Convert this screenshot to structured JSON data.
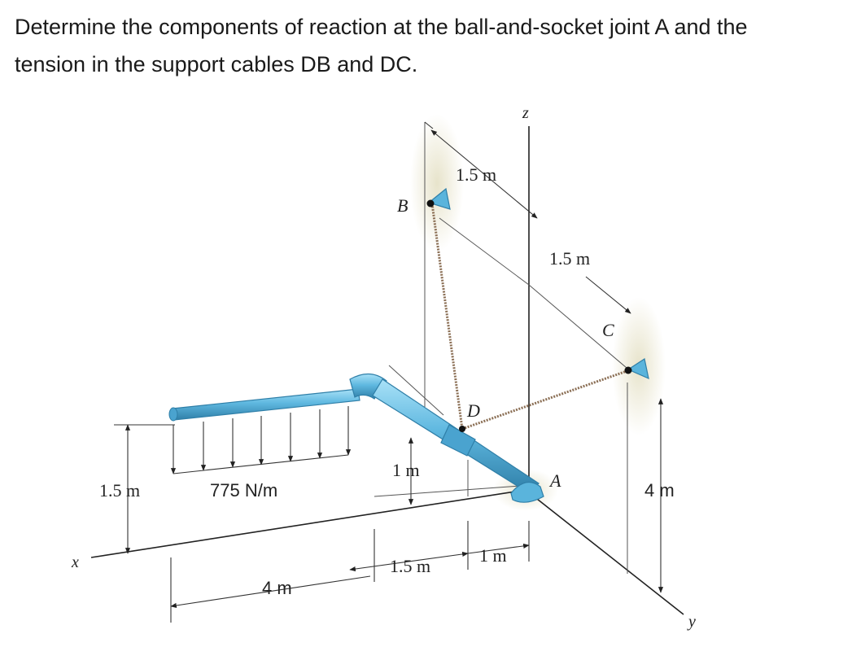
{
  "question": {
    "line1": "Determine the components of reaction at the ball-and-socket joint A and the",
    "line2": "tension in the support cables DB and DC."
  },
  "figure": {
    "points": {
      "B": "B",
      "C": "C",
      "D": "D",
      "A": "A"
    },
    "axes": {
      "x": "x",
      "y": "y",
      "z": "z"
    },
    "dimensions": {
      "top_B_to_z": "1.5 m",
      "z_to_C": "1.5 m",
      "height_A_to_D": "1 m",
      "bar_height": "1.5 m",
      "load": "775 N/m",
      "load_length": "4 m",
      "height_C": "4 m",
      "bottom_bend_offset": "1.5 m",
      "bottom_D_to_A": "1 m"
    },
    "colors": {
      "pipe": "#5fb8e0",
      "pipe_dark": "#2f7fa8",
      "support": "#5ab4dc",
      "shadow": "#e6e2c8",
      "cable": "#8b6f55"
    }
  }
}
